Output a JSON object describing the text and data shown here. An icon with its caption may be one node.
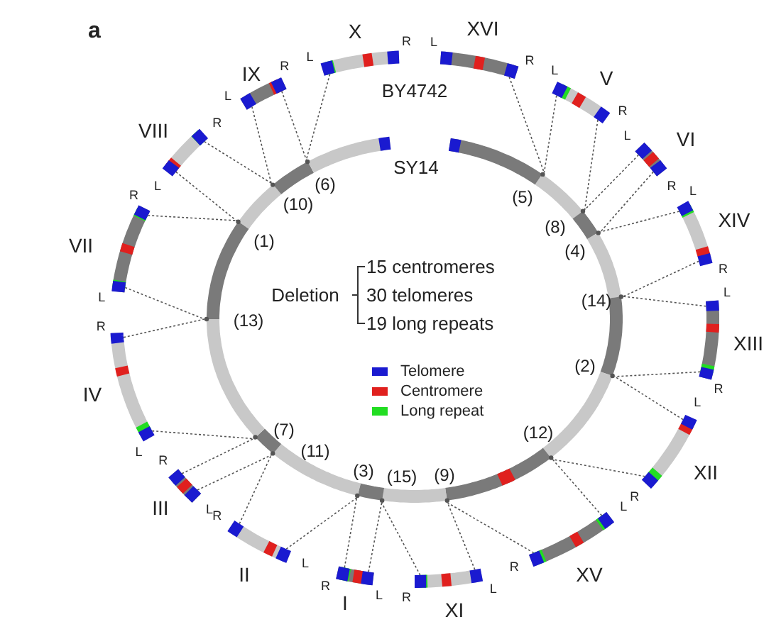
{
  "diagram": {
    "nodes": [
      {
        "text": [
          "X"
        ],
        "beside": [
          "L",
          "R"
        ]
      },
      {
        "text": [
          "XVI"
        ],
        "beside": [
          "L",
          "R"
        ]
      },
      {
        "text": [
          "V"
        ],
        "beside": [
          "L",
          "R"
        ]
      },
      {
        "text": [
          "VI"
        ],
        "beside": [
          "L",
          "R"
        ]
      },
      {
        "text": [
          "XIV"
        ],
        "beside": [
          "L",
          "R"
        ]
      },
      {
        "text": [
          "XIII"
        ],
        "beside": [
          "L",
          "R"
        ]
      },
      {
        "text": [
          "XII"
        ],
        "beside": [
          "L",
          "R"
        ]
      },
      {
        "text": [
          "XV"
        ],
        "beside": [
          "L",
          "R"
        ]
      },
      {
        "text": [
          "XI"
        ],
        "beside": [
          "L",
          "R"
        ]
      },
      {
        "text": [
          "I"
        ],
        "beside": [
          "L",
          "R"
        ]
      },
      {
        "text": [
          "II"
        ],
        "beside": [
          "L",
          "R"
        ]
      },
      {
        "text": [
          "III"
        ],
        "beside": [
          "L",
          "R"
        ]
      },
      {
        "text": [
          "IV"
        ],
        "beside": [
          "L",
          "R"
        ]
      },
      {
        "text": [
          "VII"
        ],
        "beside": [
          "L",
          "R"
        ]
      },
      {
        "text": [
          "VIII"
        ],
        "beside": [
          "L",
          "R"
        ]
      },
      {
        "text": [
          "IX"
        ],
        "beside": [
          "L",
          "R"
        ]
      },
      {
        "text": [
          "(1)"
        ]
      },
      {
        "text": [
          "(2)"
        ]
      },
      {
        "text": [
          "(3)"
        ]
      },
      {
        "text": [
          "(4)"
        ]
      },
      {
        "text": [
          "(5)"
        ]
      },
      {
        "text": [
          "(6)"
        ]
      },
      {
        "text": [
          "(7)"
        ]
      },
      {
        "text": [
          "(8)"
        ]
      },
      {
        "text": [
          "(9)"
        ]
      },
      {
        "text": [
          "(10)"
        ]
      },
      {
        "text": [
          "(11)"
        ]
      },
      {
        "text": [
          "(12)"
        ]
      },
      {
        "text": [
          "(13)"
        ]
      },
      {
        "text": [
          "(14)"
        ]
      },
      {
        "text": [
          "(15)"
        ]
      }
    ],
    "edges": [
      {
        "from": 0,
        "to": 21,
        "arrow": "none",
        "style": "dashed"
      },
      {
        "from": 15,
        "to": 25,
        "arrow": "none",
        "style": "dashed"
      },
      {
        "from": 15,
        "to": 21,
        "arrow": "none",
        "style": "dashed"
      },
      {
        "from": 14,
        "to": 25,
        "arrow": "none",
        "style": "dashed"
      },
      {
        "from": 14,
        "to": 16,
        "arrow": "none",
        "style": "dashed"
      },
      {
        "from": 13,
        "to": 16,
        "arrow": "none",
        "style": "dashed"
      },
      {
        "from": 13,
        "to": 28,
        "arrow": "none",
        "style": "dashed"
      },
      {
        "from": 12,
        "to": 28,
        "arrow": "none",
        "style": "dashed"
      },
      {
        "from": 12,
        "to": 22,
        "arrow": "none",
        "style": "dashed"
      },
      {
        "from": 11,
        "to": 22,
        "arrow": "none",
        "style": "dashed"
      },
      {
        "from": 11,
        "to": 26,
        "arrow": "none",
        "style": "dashed"
      },
      {
        "from": 10,
        "to": 26,
        "arrow": "none",
        "style": "dashed"
      },
      {
        "from": 10,
        "to": 18,
        "arrow": "none",
        "style": "dashed"
      },
      {
        "from": 9,
        "to": 18,
        "arrow": "none",
        "style": "dashed"
      },
      {
        "from": 9,
        "to": 30,
        "arrow": "none",
        "style": "dashed"
      },
      {
        "from": 8,
        "to": 30,
        "arrow": "none",
        "style": "dashed"
      },
      {
        "from": 8,
        "to": 24,
        "arrow": "none",
        "style": "dashed"
      },
      {
        "from": 7,
        "to": 24,
        "arrow": "none",
        "style": "dashed"
      },
      {
        "from": 7,
        "to": 27,
        "arrow": "none",
        "style": "dashed"
      },
      {
        "from": 6,
        "to": 27,
        "arrow": "none",
        "style": "dashed"
      },
      {
        "from": 6,
        "to": 17,
        "arrow": "none",
        "style": "dashed"
      },
      {
        "from": 5,
        "to": 17,
        "arrow": "none",
        "style": "dashed"
      },
      {
        "from": 5,
        "to": 29,
        "arrow": "none",
        "style": "dashed"
      },
      {
        "from": 4,
        "to": 29,
        "arrow": "none",
        "style": "dashed"
      },
      {
        "from": 4,
        "to": 19,
        "arrow": "none",
        "style": "dashed"
      },
      {
        "from": 3,
        "to": 19,
        "arrow": "none",
        "style": "dashed"
      },
      {
        "from": 3,
        "to": 23,
        "arrow": "none",
        "style": "dashed"
      },
      {
        "from": 2,
        "to": 23,
        "arrow": "none",
        "style": "dashed"
      },
      {
        "from": 2,
        "to": 20,
        "arrow": "none",
        "style": "dashed"
      },
      {
        "from": 1,
        "to": 20,
        "arrow": "none",
        "style": "dashed"
      }
    ],
    "labels": [
      "a",
      "BY4742",
      "SY14",
      "Deletion",
      "15 centromeres",
      "30 telomeres",
      "19 long repeats"
    ],
    "legend": [
      {
        "text": "Telomere",
        "color": "#1a1ad0"
      },
      {
        "text": "Centromere",
        "color": "#e0201e"
      },
      {
        "text": "Long repeat",
        "color": "#22dd22"
      }
    ]
  }
}
